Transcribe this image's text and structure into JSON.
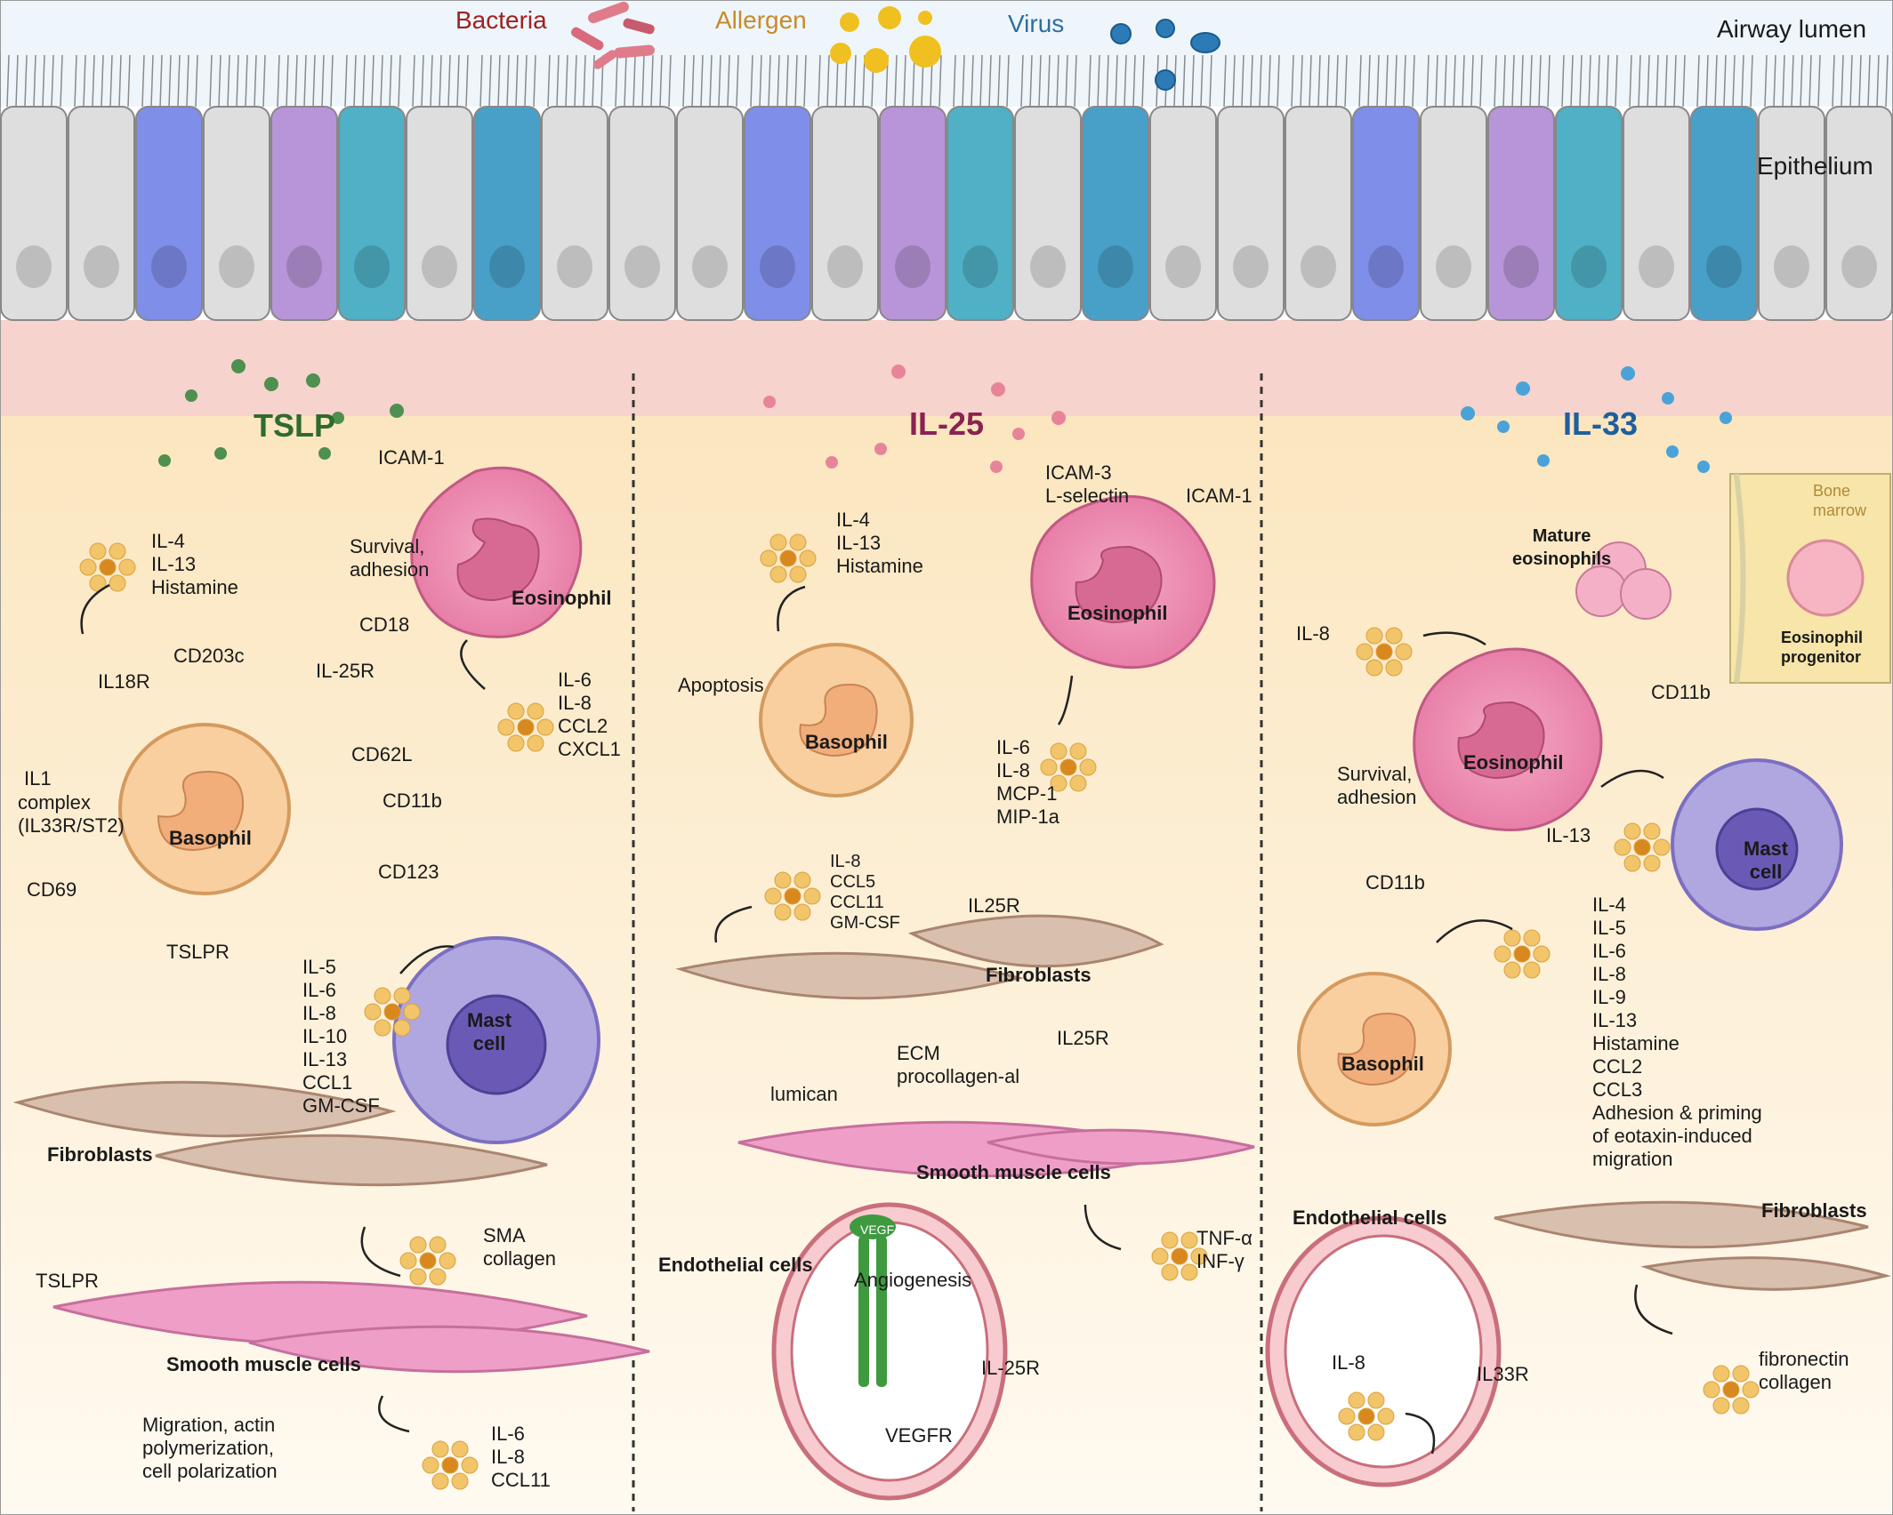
{
  "top": {
    "bacteria": "Bacteria",
    "allergen": "Allergen",
    "virus": "Virus",
    "airway_lumen": "Airway lumen",
    "epithelium": "Epithelium"
  },
  "colors": {
    "tslp": "#2e6b2e",
    "il25": "#8b2252",
    "il33": "#1f5f9e",
    "submucosa": "#fcefd4",
    "basement": "#f4cfc8"
  },
  "tslp": {
    "title": "TSLP",
    "icam1": "ICAM-1",
    "eosinophil": "Eosinophil",
    "survival": "Survival,\nadhesion",
    "cd18": "CD18",
    "eos_out": "IL-6\nIL-8\nCCL2\nCXCL1",
    "baso_out": "IL-4\nIL-13\nHistamine",
    "il18r": "IL18R",
    "cd203c": "CD203c",
    "il25r": "IL-25R",
    "cd62l": "CD62L",
    "il1": "IL1",
    "complex": "complex\n(IL33R/ST2)",
    "cd11b": "CD11b",
    "basophil": "Basophil",
    "cd123": "CD123",
    "cd69": "CD69",
    "tslpr": "TSLPR",
    "mast_out": "IL-5\nIL-6\nIL-8\nIL-10\nIL-13\nCCL1\nGM-CSF",
    "mast": "Mast\ncell",
    "fibroblasts": "Fibroblasts",
    "sma": "SMA\ncollagen",
    "tslpr2": "TSLPR",
    "smc": "Smooth muscle cells",
    "migration": "Migration, actin\npolymerization,\ncell polarization",
    "smc_out": "IL-6\nIL-8\nCCL11"
  },
  "il25": {
    "title": "IL-25",
    "icam3": "ICAM-3\nL-selectin",
    "icam1": "ICAM-1",
    "baso_out": "IL-4\nIL-13\nHistamine",
    "eosinophil": "Eosinophil",
    "apoptosis": "Apoptosis",
    "basophil": "Basophil",
    "eos_out": "IL-6\nIL-8\nMCP-1\nMIP-1a",
    "fib_out": "IL-8\nCCL5\nCCL11\nGM-CSF",
    "il25r": "IL25R",
    "fibroblasts": "Fibroblasts",
    "ecm": "ECM\nprocollagen-al",
    "lumican": "lumican",
    "il25r2": "IL25R",
    "smc": "Smooth muscle cells",
    "tnf": "TNF-α\nINF-γ",
    "endothelial": "Endothelial cells",
    "angiogenesis": "Angiogenesis",
    "vegf": "VEGF",
    "vegfr": "VEGFR",
    "il25r3": "IL-25R"
  },
  "il33": {
    "title": "IL-33",
    "bone_marrow": "Bone\nmarrow",
    "mature": "Mature\neosinophils",
    "progenitor": "Eosinophil\nprogenitor",
    "il8": "IL-8",
    "cd11b": "CD11b",
    "eosinophil": "Eosinophil",
    "survival": "Survival,\nadhesion",
    "il13": "IL-13",
    "mast": "Mast\ncell",
    "cd11b2": "CD11b",
    "baso_out": "IL-4\nIL-5\nIL-6\nIL-8\nIL-9\nIL-13\nHistamine\nCCL2\nCCL3\nAdhesion & priming\nof eotaxin-induced\nmigration",
    "basophil": "Basophil",
    "endothelial": "Endothelial cells",
    "fibroblasts": "Fibroblasts",
    "il8b": "IL-8",
    "il33r": "IL33R",
    "fib_out": "fibronectin\ncollagen"
  }
}
